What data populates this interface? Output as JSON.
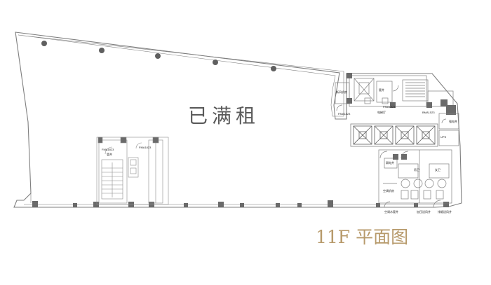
{
  "plan": {
    "status_text": "已满租",
    "floor_title": "11F 平面图",
    "core_labels": {
      "equip_room_left": "新风机房",
      "fire_door_1": "FMA1823",
      "fire_door_2": "FMA1823",
      "fire_door_3": "FMA1823",
      "fire_door_4": "FMA1823",
      "pipe_well": "管井",
      "pipe_well_2": "管井",
      "elevator_hall": "电梯厅",
      "door_code": "BMA1523",
      "strong_room": "强电井",
      "weak_room": "弱电井",
      "restroom_m": "男卫",
      "restroom_w": "女卫",
      "hvac_room": "空调机房",
      "fire_shaft_1": "空调水管井",
      "fire_shaft_2": "加压送风井",
      "fire_shaft_3": "排烟送风井",
      "ups": "UPS"
    },
    "colors": {
      "wall": "#7f7f7f",
      "column": "#5f5f5f",
      "line": "#8c8c8c",
      "title": "#b79a6b"
    }
  }
}
